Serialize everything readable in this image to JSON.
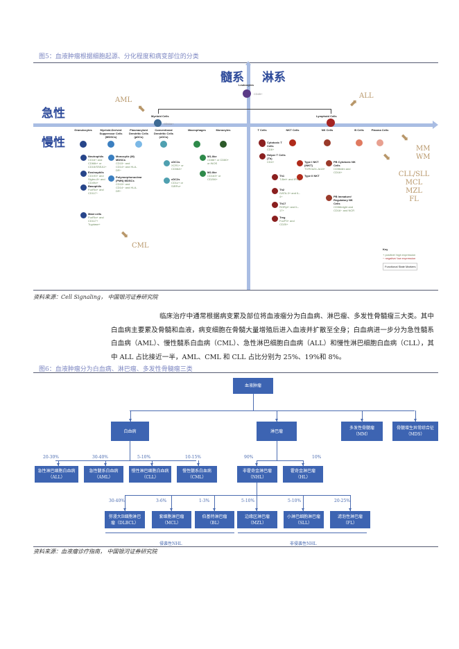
{
  "fig5": {
    "title": "图5：血液肿瘤根据细胞起源、分化程度和病变部位的分类",
    "myeloid_label": "髓系",
    "lymphoid_label": "淋系",
    "acute": "急性",
    "chronic": "慢性",
    "leukocytes": "Leukocytes",
    "leukocytes_marker": "CD45+",
    "myeloid_cells": "Myeloid Cells",
    "myeloid_marker": "CD11b+",
    "lymphoid_cells": "Lymphoid Cells",
    "aml": "AML",
    "all": "ALL",
    "cml": "CML",
    "mm": "MM",
    "wm": "WM",
    "lymph_diseases": [
      "CLL/SLL",
      "MCL",
      "MZL",
      "FL"
    ],
    "columns": [
      "Granulocytes",
      "Myeloid-Derived Suppressor Cells (MDSCs)",
      "Plasmacytoid Dendritic Cells (pDCs)",
      "Conventional Dendritic Cells (cDCs)",
      "Macrophages",
      "Monocytes",
      "T Cells",
      "NKT Cells",
      "NK Cells",
      "B Cells",
      "Plasma Cells"
    ],
    "subtypes": [
      {
        "name": "Neutrophils",
        "markers": "CD16+ and CD66b+ or CD15/SSEA1+"
      },
      {
        "name": "Eosinophils",
        "markers": "CD193+ and Siglec-8+ and CD49d+"
      },
      {
        "name": "Basophils",
        "markers": "FcεRIα+ and CD117−"
      },
      {
        "name": "Mast cells",
        "markers": "FcεRIα+ and CD117+ Tryptase+"
      },
      {
        "name": "Monocytic (M) MDSCs",
        "markers": "CD15− and CD14+ and HLA-DR−"
      },
      {
        "name": "Polymorphonuclear (PMN) MDSCs",
        "markers": "CD15+ and CD14− and HLA-DR−"
      },
      {
        "name": "cDC1s",
        "markers": "XCR1+ or CD08A+"
      },
      {
        "name": "cDC2s",
        "markers": "CD1c+ or SIRPα+"
      },
      {
        "name": "M1-like",
        "markers": "CD86+ or CD80+ or iNOS"
      },
      {
        "name": "M2-like",
        "markers": "CD163+ or CD206+"
      },
      {
        "name": "Cytotoxic T Cells",
        "markers": "CD8+"
      },
      {
        "name": "Helper T Cells (Th)",
        "markers": "CD4+"
      },
      {
        "name": "Th1",
        "markers": "T-Bet+ and IFNγ"
      },
      {
        "name": "Th2",
        "markers": "GATA-3+ and IL-4+"
      },
      {
        "name": "Th17",
        "markers": "RORγt+ and IL-17+"
      },
      {
        "name": "Treg",
        "markers": "FoxP3+ and CD25+"
      },
      {
        "name": "Type I NKT (iNKT)",
        "markers": "TCRVα24-Jα18+"
      },
      {
        "name": "Type II NKT",
        "markers": ""
      },
      {
        "name": "PB Cytotoxic NK Cells",
        "markers": "CD56dim and CD16+"
      },
      {
        "name": "PB Immature/ Regulatory NK Cells",
        "markers": "CD56bright and CD16− and NCR"
      }
    ],
    "key": "Key",
    "key_items": [
      "+ positive/ high expression",
      "− negative/ low expression",
      "Functional State Markers"
    ],
    "source": "资料来源：Cell Signaling， 中国银河证券研究院"
  },
  "paragraph": "临床治疗中通常根据病变累及部位将血液瘤分为白血病、淋巴瘤、多发性骨髓瘤三大类。其中白血病主要累及骨髓和血液，病变细胞在骨髓大量增殖后进入血液并扩散至全身；白血病进一步分为急性髓系白血病（AML）、慢性髓系白血病（CML）、急性淋巴细胞白血病（ALL）和慢性淋巴细胞白血病（CLL），其中 ALL 占比接近一半，AML、CML 和 CLL 占比分别为 25%、19%和 8%。",
  "fig6": {
    "title": "图6：血液肿瘤分为白血病、淋巴瘤、多发性骨髓瘤三类",
    "root": "血液肿瘤",
    "level2": [
      "白血病",
      "淋巴瘤",
      "多发性骨髓瘤\n（MM）",
      "骨髓增生异常综合征\n（MDS）"
    ],
    "leukemia": [
      {
        "label": "急性淋巴细胞白血病\n（ALL）",
        "pct": "20-30%"
      },
      {
        "label": "急性髓系白血病\n（AML）",
        "pct": "30-40%"
      },
      {
        "label": "慢性淋巴细胞白血病\n（CLL）",
        "pct": "5-10%"
      },
      {
        "label": "慢性髓系白血病\n（CML）",
        "pct": "10-15%"
      }
    ],
    "lymphoma": [
      {
        "label": "非霍奇金淋巴瘤\n（NHL）",
        "pct": "90%"
      },
      {
        "label": "霍奇金淋巴瘤\n（HL）",
        "pct": "10%"
      }
    ],
    "nhl": [
      {
        "label": "弥漫大B细胞淋巴\n瘤（DLBCL）",
        "pct": "30-40%"
      },
      {
        "label": "套细胞淋巴瘤\n（MCL）",
        "pct": "3-6%"
      },
      {
        "label": "伯基特淋巴瘤\n（BL）",
        "pct": "1-3%"
      },
      {
        "label": "边缘区淋巴瘤\n（MZL）",
        "pct": "5-10%"
      },
      {
        "label": "小淋巴细胞淋巴瘤\n（SLL）",
        "pct": "5-10%"
      },
      {
        "label": "滤泡性淋巴瘤\n（FL）",
        "pct": "20-25%"
      }
    ],
    "aggressive": "侵袭性NHL",
    "indolent": "非侵袭性NHL",
    "source": "资料来源：血液瘤诊疗指南， 中国银河证券研究院"
  },
  "colors": {
    "box": "#3d64b2",
    "axis": "#a9bde3",
    "disease": "#b8976a",
    "title": "#7d87c2"
  }
}
